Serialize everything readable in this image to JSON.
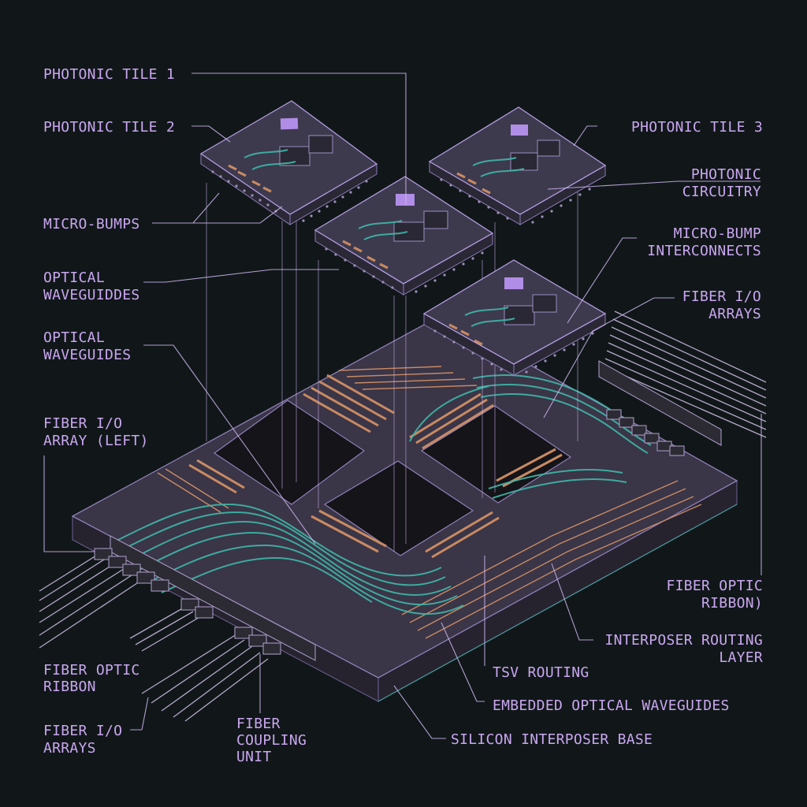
{
  "labels": {
    "photonic_tile_1": "PHOTONIC TILE 1",
    "photonic_tile_2": "PHOTONIC TILE 2",
    "photonic_tile_3": "PHOTONIC TILE 3",
    "photonic_circuitry_l1": "PHOTONIC",
    "photonic_circuitry_l2": "CIRCUITRY",
    "micro_bumps": "MICRO-BUMPS",
    "micro_bump_interconnects_l1": "MICRO-BUMP",
    "micro_bump_interconnects_l2": "INTERCONNECTS",
    "optical_waveguides_a_l1": "OPTICAL",
    "optical_waveguides_a_l2": "WAVEGUIDDES",
    "optical_waveguides_b_l1": "OPTICAL",
    "optical_waveguides_b_l2": "WAVEGUIDES",
    "fiber_io_arrays_right_l1": "FIBER I/O",
    "fiber_io_arrays_right_l2": "ARRAYS",
    "fiber_io_array_left_l1": "FIBER I/O",
    "fiber_io_array_left_l2": "ARRAY (LEFT)",
    "fiber_optic_ribbon_right_l1": "FIBER OPTIC",
    "fiber_optic_ribbon_right_l2": "RIBBON)",
    "interposer_routing_layer_l1": "INTERPOSER ROUTING",
    "interposer_routing_layer_l2": "LAYER",
    "tsv_routing": "TSV ROUTING",
    "embedded_optical_waveguides": "EMBEDDED OPTICAL WAVEGUIDES",
    "silicon_interposer_base": "SILICON INTERPOSER BASE",
    "fiber_optic_ribbon_left_l1": "FIBER OPTIC",
    "fiber_optic_ribbon_left_l2": "RIBBON",
    "fiber_io_arrays_bottom_l1": "FIBER I/O",
    "fiber_io_arrays_bottom_l2": "ARRAYS",
    "fiber_coupling_unit_l1": "FIBER",
    "fiber_coupling_unit_l2": "COUPLING",
    "fiber_coupling_unit_l3": "UNIT"
  },
  "colors": {
    "background": "#111719",
    "label": "#c9a7f0",
    "waveguide": "#3fb7a8",
    "copper": "#c98a62"
  }
}
